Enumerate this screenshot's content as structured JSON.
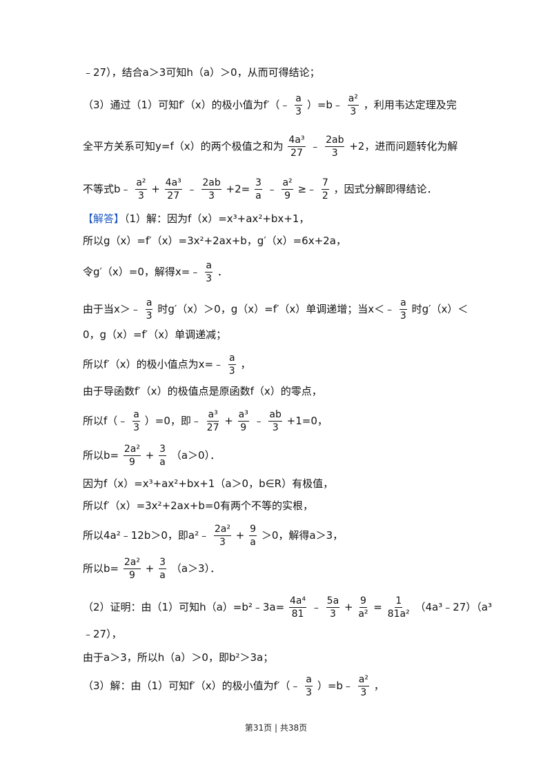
{
  "lines": {
    "l1": "﹣27），结合a＞3可知h（a）＞0，从而可得结论；",
    "l2a": "（3）通过（1）可知f′（x）的极小值为f′（﹣",
    "l2b": "）=b﹣",
    "l2c": "，利用韦达定理及完",
    "l3a": "全平方关系可知y=f（x）的两个极值之和为",
    "l3b": "﹣",
    "l3c": "+2，进而问题转化为解",
    "l4a": "不等式b﹣",
    "l4b": "+",
    "l4c": "﹣",
    "l4d": "+2=",
    "l4e": "﹣",
    "l4f": "≥﹣",
    "l4g": "，因式分解即得结论．",
    "l5tag": "【解答】",
    "l5": "（1）解：因为f（x）=x³+ax²+bx+1，",
    "l6": "所以g（x）=f′（x）=3x²+2ax+b，g′（x）=6x+2a，",
    "l7a": "令g′（x）=0，解得x=﹣",
    "l7b": "．",
    "l8a": "由于当x＞﹣",
    "l8b": "时g′（x）＞0，g（x）=f′（x）单调递增；当x＜﹣",
    "l8c": "时g′（x）＜",
    "l9": "0，g（x）=f′（x）单调递减；",
    "l10a": "所以f′（x）的极小值点为x=﹣",
    "l10b": "，",
    "l11": "由于导函数f′（x）的极值点是原函数f（x）的零点，",
    "l12a": "所以f（﹣",
    "l12b": "）=0，即﹣",
    "l12c": "+",
    "l12d": "﹣",
    "l12e": "+1=0，",
    "l13a": "所以b=",
    "l13b": "+",
    "l13c": "（a＞0）．",
    "l14": "因为f（x）=x³+ax²+bx+1（a＞0，b∈R）有极值，",
    "l15": "所以f′（x）=3x²+2ax+b=0有两个不等的实根，",
    "l16a": "所以4a²﹣12b＞0，即a²﹣",
    "l16b": "+",
    "l16c": "＞0，解得a＞3，",
    "l17a": "所以b=",
    "l17b": "+",
    "l17c": "（a＞3）．",
    "l18a": "（2）证明：由（1）可知h（a）=b²﹣3a=",
    "l18b": "﹣",
    "l18c": "+",
    "l18d": "=",
    "l18e": "（4a³﹣27）（a³",
    "l19": "﹣27），",
    "l20": "由于a＞3，所以h（a）＞0，即b²＞3a；",
    "l21a": "（3）解：由（1）可知f′（x）的极小值为f′（﹣",
    "l21b": "）=b﹣",
    "l21c": "，"
  },
  "fractions": {
    "a_3": {
      "num": "a",
      "den": "3"
    },
    "a2_3": {
      "num": "a²",
      "den": "3"
    },
    "4a3_27": {
      "num": "4a³",
      "den": "27"
    },
    "2ab_3": {
      "num": "2ab",
      "den": "3"
    },
    "3_a": {
      "num": "3",
      "den": "a"
    },
    "a2_9": {
      "num": "a²",
      "den": "9"
    },
    "7_2": {
      "num": "7",
      "den": "2"
    },
    "a3_27": {
      "num": "a³",
      "den": "27"
    },
    "a3_9": {
      "num": "a³",
      "den": "9"
    },
    "ab_3": {
      "num": "ab",
      "den": "3"
    },
    "2a2_9": {
      "num": "2a²",
      "den": "9"
    },
    "2a2_3": {
      "num": "2a²",
      "den": "3"
    },
    "9_a": {
      "num": "9",
      "den": "a"
    },
    "4a4_81": {
      "num": "4a⁴",
      "den": "81"
    },
    "5a_3": {
      "num": "5a",
      "den": "3"
    },
    "9_a2": {
      "num": "9",
      "den": "a²"
    },
    "1_81a2": {
      "num": "1",
      "den": "81a²"
    }
  },
  "footer": "第31页 | 共38页"
}
